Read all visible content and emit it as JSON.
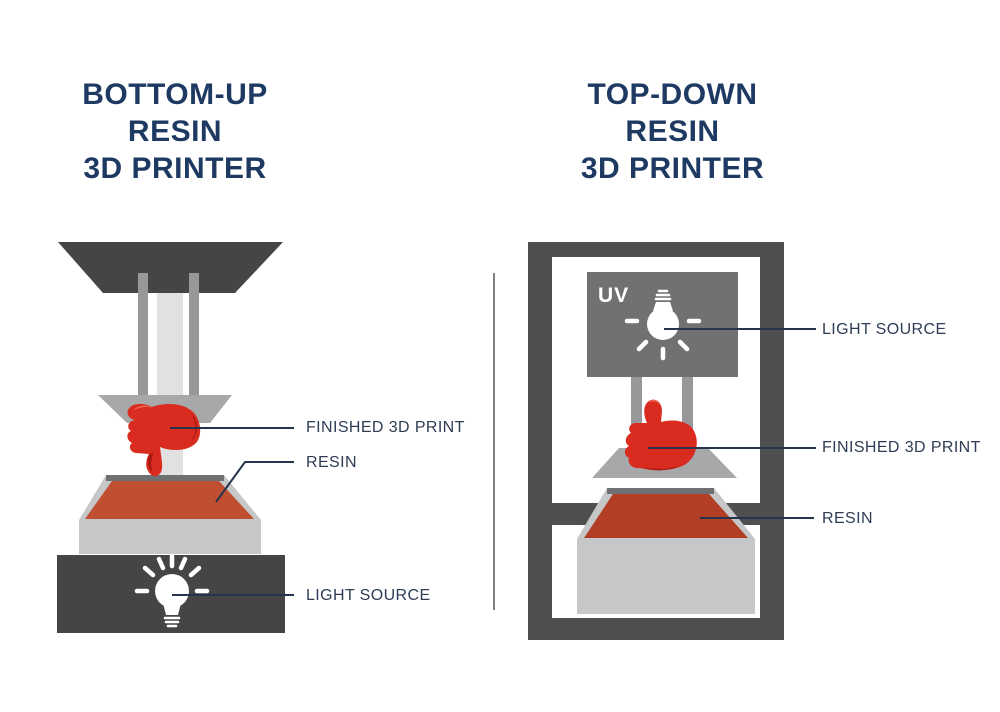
{
  "diagram": {
    "left_printer": {
      "title_line1": "BOTTOM-UP",
      "title_line2": "RESIN",
      "title_line3": "3D PRINTER",
      "labels": {
        "finished_print": "FINISHED 3D PRINT",
        "resin": "RESIN",
        "light_source": "LIGHT SOURCE"
      }
    },
    "right_printer": {
      "title_line1": "TOP-DOWN",
      "title_line2": "RESIN",
      "title_line3": "3D PRINTER",
      "uv_label": "UV",
      "labels": {
        "light_source": "LIGHT SOURCE",
        "finished_print": "FINISHED 3D PRINT",
        "resin": "RESIN"
      }
    }
  },
  "icons": {
    "left_light_bulb": "light-bulb-icon",
    "right_uv_light_bulb": "uv-light-bulb-icon",
    "left_print": "thumbs-down-print-icon",
    "right_print": "thumbs-up-print-icon"
  },
  "colors": {
    "title_navy": "#1e3a63",
    "label_navy": "#2e3c55",
    "leader_line": "#26344d",
    "divider": "#55565a",
    "dark_gray": "#454547",
    "frame_gray": "#4e4f51",
    "uv_box_gray": "#707173",
    "rod_gray": "#97989a",
    "column_light_gray": "#e1e1e2",
    "platform_gray": "#a6a8aa",
    "tray_gray": "#c6c7c9",
    "tray_rim": "#6f7072",
    "resin_red_left": "#c04e30",
    "resin_red_right": "#b13e25",
    "hand_red": "#d92b1f",
    "hand_red_dark": "#a81a12",
    "hand_red_light": "#ef6a5a",
    "icon_white": "#ffffff"
  }
}
